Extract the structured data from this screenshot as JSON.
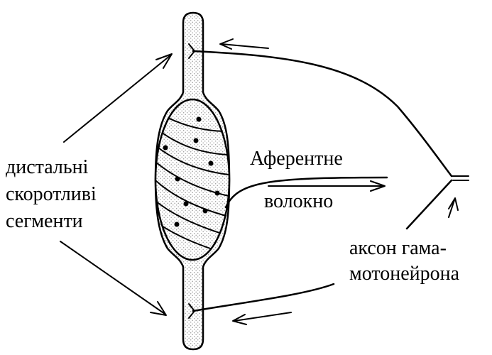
{
  "labels": {
    "distal_line1": "дистальні",
    "distal_line2": "скоротливі",
    "distal_line3": "сегменти",
    "afferent_line1": "Аферентне",
    "afferent_line2": "волокно",
    "gamma_line1": "аксон гама-",
    "gamma_line2": "мотонейрона"
  },
  "colors": {
    "ink": "#000000",
    "background": "#ffffff",
    "fiber_fill": "#f4f4f4",
    "stipple": "#9a9a9a"
  }
}
